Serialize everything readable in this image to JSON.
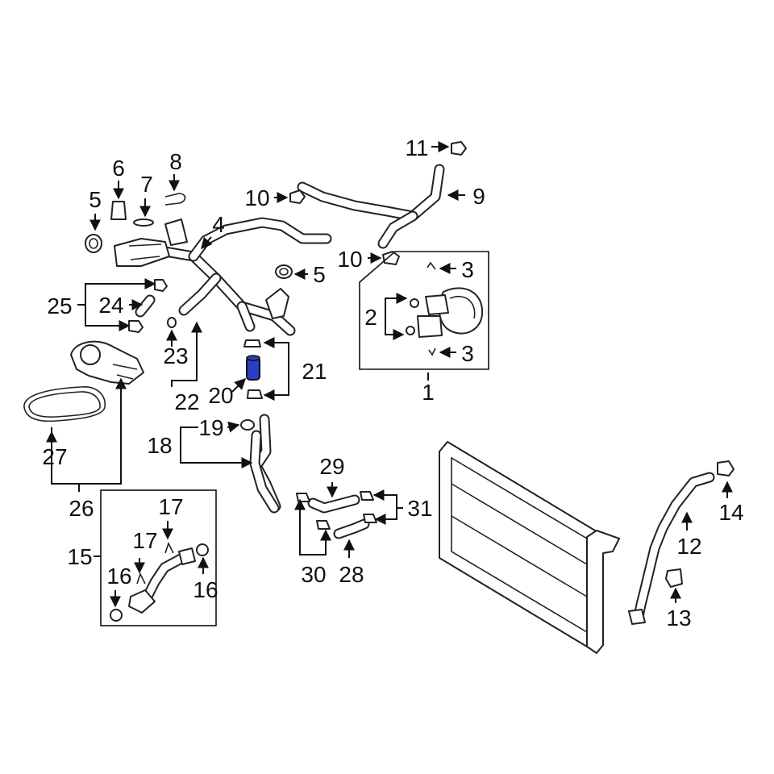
{
  "colors": {
    "highlight": "#2b3fc4",
    "line": "#111111",
    "background": "#ffffff"
  },
  "callouts": [
    {
      "id": "c1",
      "text": "1"
    },
    {
      "id": "c2",
      "text": "2"
    },
    {
      "id": "c3a",
      "text": "3"
    },
    {
      "id": "c3b",
      "text": "3"
    },
    {
      "id": "c4",
      "text": "4"
    },
    {
      "id": "c5a",
      "text": "5"
    },
    {
      "id": "c5b",
      "text": "5"
    },
    {
      "id": "c6",
      "text": "6"
    },
    {
      "id": "c7",
      "text": "7"
    },
    {
      "id": "c8",
      "text": "8"
    },
    {
      "id": "c9",
      "text": "9"
    },
    {
      "id": "c10a",
      "text": "10"
    },
    {
      "id": "c10b",
      "text": "10"
    },
    {
      "id": "c11",
      "text": "11"
    },
    {
      "id": "c12",
      "text": "12"
    },
    {
      "id": "c13",
      "text": "13"
    },
    {
      "id": "c14",
      "text": "14"
    },
    {
      "id": "c15",
      "text": "15"
    },
    {
      "id": "c16a",
      "text": "16"
    },
    {
      "id": "c16b",
      "text": "16"
    },
    {
      "id": "c17a",
      "text": "17"
    },
    {
      "id": "c17b",
      "text": "17"
    },
    {
      "id": "c18",
      "text": "18"
    },
    {
      "id": "c19",
      "text": "19"
    },
    {
      "id": "c20",
      "text": "20"
    },
    {
      "id": "c21",
      "text": "21"
    },
    {
      "id": "c22",
      "text": "22"
    },
    {
      "id": "c23",
      "text": "23"
    },
    {
      "id": "c24",
      "text": "24"
    },
    {
      "id": "c25",
      "text": "25"
    },
    {
      "id": "c26",
      "text": "26"
    },
    {
      "id": "c27",
      "text": "27"
    },
    {
      "id": "c28",
      "text": "28"
    },
    {
      "id": "c29",
      "text": "29"
    },
    {
      "id": "c30",
      "text": "30"
    },
    {
      "id": "c31",
      "text": "31"
    }
  ]
}
